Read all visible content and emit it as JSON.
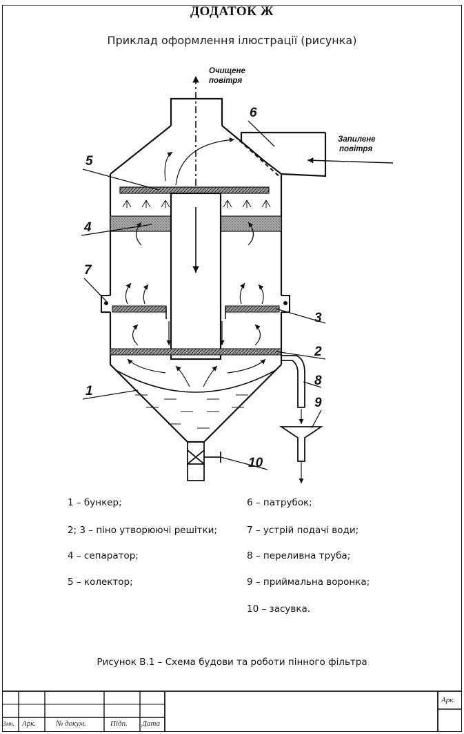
{
  "header": {
    "appendix_title": "ДОДАТОК Ж",
    "subtitle": "Приклад оформлення ілюстрації (рисунка)"
  },
  "diagram": {
    "labels": {
      "clean_air": [
        "Очищене",
        "повітря"
      ],
      "dusty_air": [
        "Запилене",
        "повітря"
      ],
      "callouts": [
        "1",
        "2",
        "3",
        "4",
        "5",
        "6",
        "7",
        "8",
        "9",
        "10"
      ]
    }
  },
  "legend": {
    "left": [
      "1 – бункер;",
      "2; 3 – піно утворюючі решітки;",
      "4 – сепаратор;",
      "5 – колектор;"
    ],
    "right": [
      "6 – патрубок;",
      "7 – устрій подачі води;",
      "8 – переливна труба;",
      "9 – приймальна воронка;",
      "10 – засувка."
    ]
  },
  "caption": "Рисунок В.1 – Схема будови та роботи пінного фільтра",
  "stamp": {
    "columns": [
      "Змн.",
      "Арк.",
      "№ докум.",
      "Підп.",
      "Дата"
    ],
    "sheet_label": "Арк."
  }
}
